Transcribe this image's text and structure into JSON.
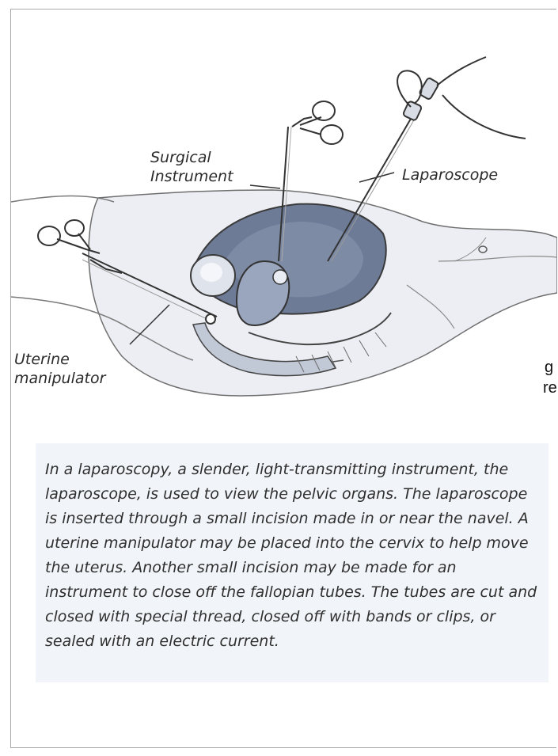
{
  "diagram": {
    "labels": {
      "surgical_instrument_line1": "Surgical",
      "surgical_instrument_line2": "Instrument",
      "laparoscope": "Laparoscope",
      "uterine_manipulator_line1": "Uterine",
      "uterine_manipulator_line2": "manipulator"
    },
    "clipped_text": {
      "line1": "g",
      "line2": "re"
    }
  },
  "caption": "In a laparoscopy, a slender, light-transmitting instrument, the laparoscope, is used to view the pelvic organs. The laparoscope is inserted through a small incision made in or near the navel. A uterine manipulator may be placed into the cervix to help move the uterus. Another small incision may be made for an instrument to close off the fallopian tubes. The tubes are cut and closed with special thread, closed off with bands or clips, or sealed with an electric current.",
  "colors": {
    "body_fill": "#e9ecf2",
    "organ_dark": "#5b6a86",
    "organ_mid": "#8d9ab2",
    "organ_light": "#c5ccda",
    "line": "#3a3a3a",
    "caption_bg": "#f1f4f8"
  }
}
